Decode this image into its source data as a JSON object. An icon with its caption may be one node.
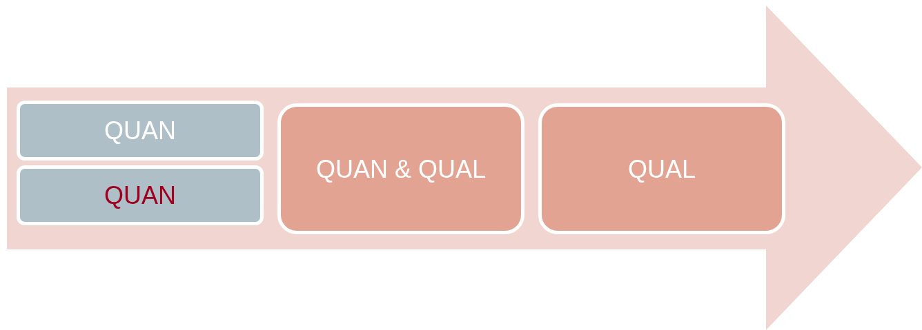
{
  "diagram": {
    "nodes": [
      {
        "text": [],
        "shape": "arrow"
      },
      {
        "text": [
          "QUAN"
        ],
        "in": 0
      },
      {
        "text": [
          "QUAN"
        ],
        "in": 0
      },
      {
        "text": [
          "QUAN & QUAL"
        ],
        "in": 0
      },
      {
        "text": [
          "QUAL"
        ],
        "in": 0
      }
    ]
  }
}
